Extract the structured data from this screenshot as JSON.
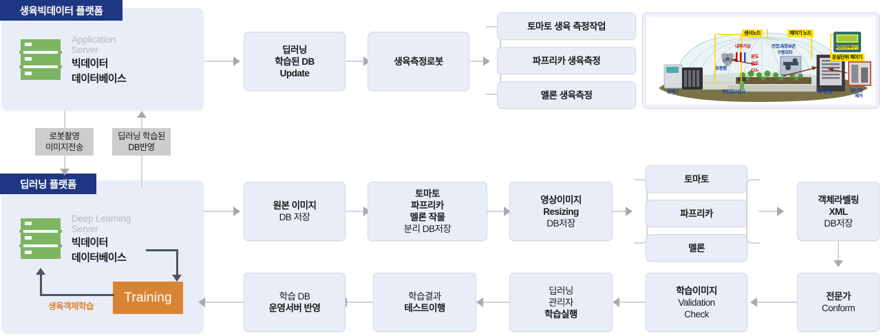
{
  "platforms": {
    "top": {
      "header": "생육빅데이터 플랫폼",
      "server_sub_line1": "Application",
      "server_sub_line2": "Server",
      "server_main_line1": "빅데이터",
      "server_main_line2": "데이터베이스",
      "icon": "server-rack-icon"
    },
    "bottom": {
      "header": "딥러닝 플랫폼",
      "server_sub_line1": "Deep Learning",
      "server_sub_line2": "Server",
      "server_main_line1": "빅데이터",
      "server_main_line2": "데이터베이스",
      "icon": "server-rack-icon",
      "training_label": "Training",
      "loop_label": "생육객체학습"
    }
  },
  "relays": [
    {
      "line1": "로봇촬영",
      "line2": "이미지전송"
    },
    {
      "line1": "딥러닝 학습된",
      "line2": "DB반영"
    }
  ],
  "top_flow": {
    "deep_learning_db_update": {
      "line1": "딥러닝",
      "line2": "학습된 DB",
      "line3": "Update"
    },
    "growth_robot": {
      "line1": "생육측정로봇"
    },
    "branches": [
      {
        "label": "토마토 생육 측정작업"
      },
      {
        "label": "파프리카 생육측정"
      },
      {
        "label": "멜론 생육측정"
      }
    ]
  },
  "bottom_flow": {
    "original_image": {
      "line1": "원본 이미지",
      "line2": "DB 저장"
    },
    "crop_split": {
      "line1": "토마토",
      "line2": "파프리카",
      "line3": "멜론 작물",
      "line4": "분리 DB저장"
    },
    "resizing": {
      "line1": "영상이미지",
      "line2": "Resizing",
      "line3": "DB저장"
    },
    "crops": [
      {
        "label": "토마토"
      },
      {
        "label": "파프리카"
      },
      {
        "label": "멜론"
      }
    ],
    "labeling_xml": {
      "line1": "객체라벨링",
      "line2": "XML",
      "line3": "DB저장"
    },
    "expert_conform": {
      "line1": "전문가",
      "line2": "Conform"
    },
    "validation_check": {
      "line1": "학습이미지",
      "line2": "Validation",
      "line3": "Check"
    },
    "training_run": {
      "line1": "딥러닝",
      "line2": "관리자",
      "line3": "학습실행"
    },
    "test_exec": {
      "line1": "학습결과",
      "line2": "테스트이행"
    },
    "db_apply": {
      "line1": "학습 DB",
      "line2": "운영서버 반영"
    }
  },
  "greenhouse": {
    "tags": [
      {
        "text": "센서노드"
      },
      {
        "text": "제어기 노드"
      },
      {
        "text": "온실단위 제어기"
      }
    ],
    "red_labels": [
      {
        "text": "내부기상"
      },
      {
        "text": "온도"
      },
      {
        "text": "습도"
      },
      {
        "text": "CO₂"
      }
    ],
    "blue_labels": [
      {
        "text": "천장,측창보온"
      },
      {
        "text": "구동모터"
      },
      {
        "text": "유동팬"
      },
      {
        "text": "냉/난방"
      },
      {
        "text": "제어"
      },
      {
        "text": "양액기"
      },
      {
        "text": "토양정보센서"
      },
      {
        "text": "제어판넬"
      },
      {
        "text": "복합환경제어기"
      }
    ]
  },
  "colors": {
    "panel_bg": "#e9edf7",
    "panel_header": "#1f3782",
    "box_bg": "#e9edf7",
    "box_border": "#d2d7e6",
    "relay_bg": "#cdcdcd",
    "training_bg": "#d98434",
    "server_green": "#7db563",
    "connector": "#d4d4d8",
    "arrow": "#a9a9b2",
    "dark_loop": "#4a5560",
    "tag_yellow": "#ffe000"
  }
}
